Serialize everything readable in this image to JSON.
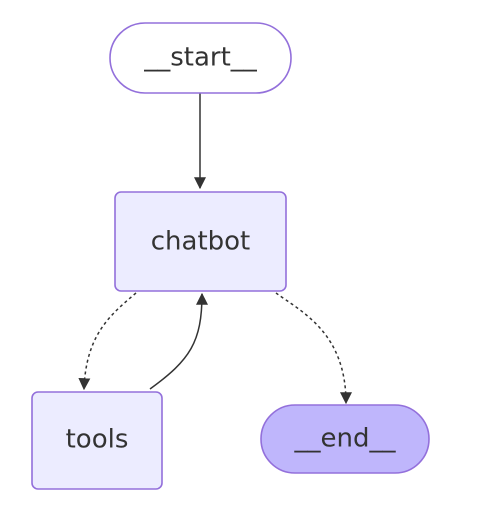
{
  "diagram": {
    "nodes": {
      "start": {
        "label": "__start__"
      },
      "chatbot": {
        "label": "chatbot"
      },
      "tools": {
        "label": "tools"
      },
      "end": {
        "label": "__end__"
      }
    },
    "edges": [
      {
        "from": "__start__",
        "to": "chatbot",
        "style": "solid"
      },
      {
        "from": "chatbot",
        "to": "tools",
        "style": "dashed"
      },
      {
        "from": "tools",
        "to": "chatbot",
        "style": "solid"
      },
      {
        "from": "chatbot",
        "to": "__end__",
        "style": "dashed"
      }
    ],
    "colors": {
      "node_fill": "#ECECFF",
      "node_stroke": "#9370DB",
      "end_fill": "#BFB6FC",
      "edge": "#333333",
      "text": "#333333"
    }
  }
}
